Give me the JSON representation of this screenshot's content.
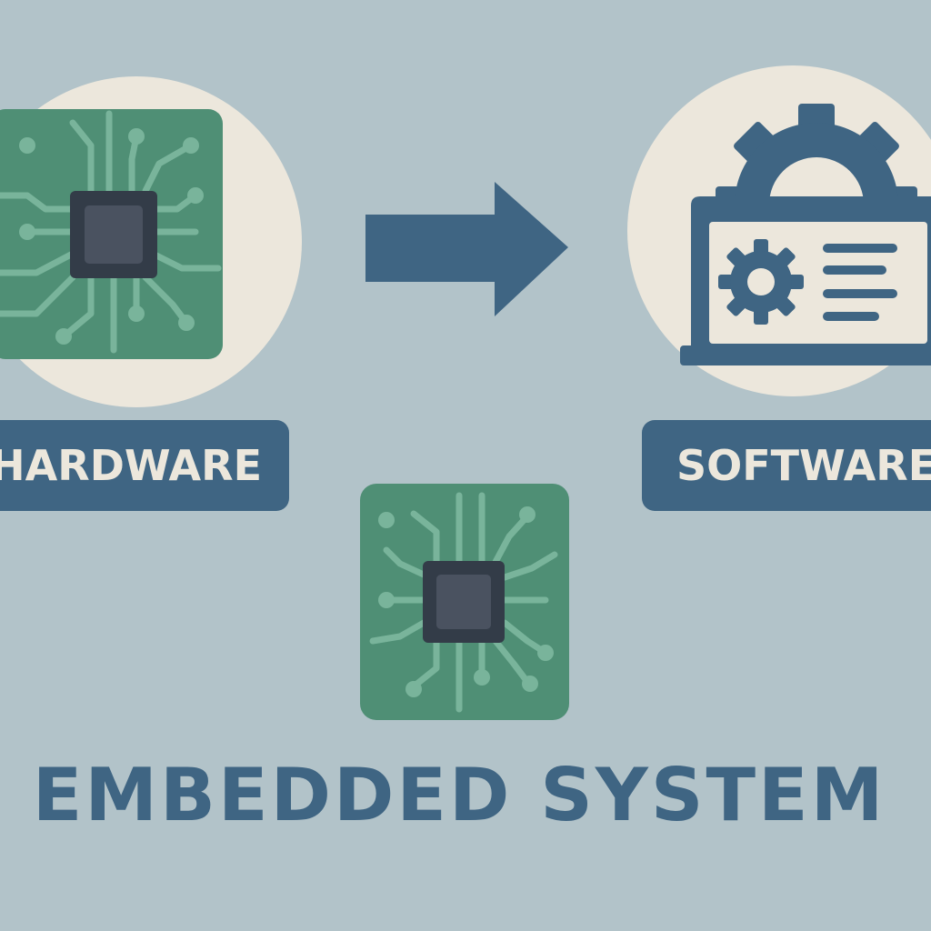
{
  "colors": {
    "background": "#b2c3c9",
    "circle_fill": "#ece7dc",
    "navy": "#3f6583",
    "board_green": "#4f8f75",
    "trace_green": "#79b49b",
    "chip_dark": "#333c48",
    "chip_inner": "#4a5260",
    "label_text": "#ece7dc"
  },
  "hardware": {
    "icon": "circuit-board-icon",
    "label": "HARDWARE"
  },
  "software": {
    "icons": [
      "gear-icon",
      "laptop-icon",
      "settings-gear-icon",
      "text-lines-icon"
    ],
    "label": "SOFTWARE"
  },
  "connector": {
    "icon": "arrow-right-icon"
  },
  "embedded_chip": {
    "icon": "circuit-board-icon"
  },
  "title": "EMBEDDED SYSTEM"
}
